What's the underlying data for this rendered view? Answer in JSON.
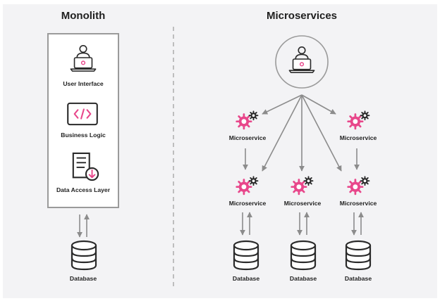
{
  "monolith": {
    "title": "Monolith",
    "layers": [
      {
        "label": "User Interface",
        "icon": "user-laptop-icon"
      },
      {
        "label": "Business Logic",
        "icon": "code-icon"
      },
      {
        "label": "Data Access Layer",
        "icon": "data-access-icon"
      }
    ],
    "database_label": "Database"
  },
  "microservices": {
    "title": "Microservices",
    "client_icon": "user-laptop-icon",
    "service_label": "Microservice",
    "database_label": "Database",
    "service_icon": "gears-icon",
    "database_icon": "database-icon"
  },
  "colors": {
    "background": "#f3f3f5",
    "accent": "#e8478b",
    "ink": "#2a2a2a",
    "arrow": "#8c8c8c",
    "divider": "#9a9a9a"
  }
}
